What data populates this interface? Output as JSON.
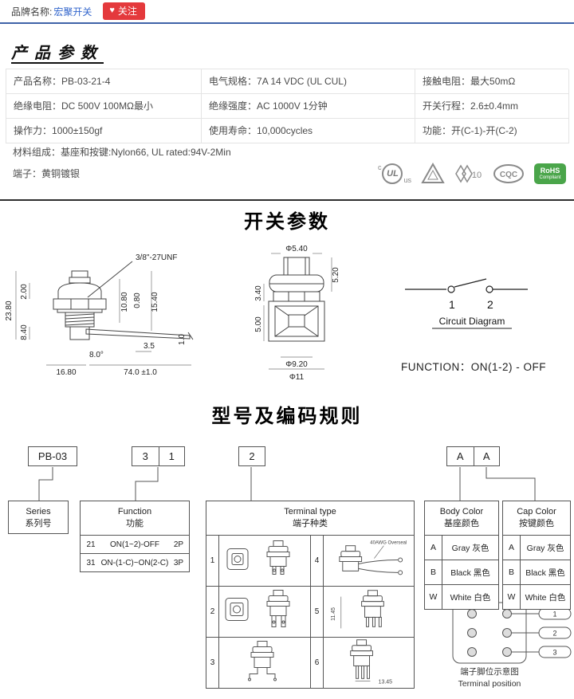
{
  "topbar": {
    "brand_label": "品牌名称:",
    "brand_name": "宏聚开关",
    "follow_label": "关注"
  },
  "product": {
    "section_title": "产品参数",
    "specs": [
      {
        "label": "产品名称：",
        "value": "PB-03-21-4"
      },
      {
        "label": "电气规格：",
        "value": "7A  14 VDC (UL  CUL)"
      },
      {
        "label": "接触电阻：",
        "value": "最大50mΩ"
      },
      {
        "label": "绝缘电阻：",
        "value": "DC 500V 100MΩ最小"
      },
      {
        "label": "绝缘强度：",
        "value": "AC 1000V 1分钟"
      },
      {
        "label": "开关行程：",
        "value": "2.6±0.4mm"
      },
      {
        "label": "操作力：",
        "value": "1000±150gf"
      },
      {
        "label": "使用寿命：",
        "value": "10,000cycles"
      },
      {
        "label": "功能：",
        "value": "开(C-1)-开(C-2)"
      }
    ],
    "materials": "材料组成：基座和按键:Nylon66, UL rated:94V-2Min",
    "terminal": "端子：黄铜镀银"
  },
  "certs": {
    "ul_c": "c",
    "ul": "UL",
    "ul_us": "us",
    "enec_num": "10",
    "cqc": "CQC",
    "rohs_line1": "RoHS",
    "rohs_line2": "Compliant"
  },
  "switch_params": {
    "section_title": "开关参数",
    "left_drawing": {
      "thread_label": "3/8\"-27UNF",
      "dim_total_height": "23.80",
      "dim_top": "2.00",
      "dim_bottom": "8.40",
      "dim_width": "16.80",
      "dim_lever": "74.0 ±1.0",
      "dim_angle": "8.0°",
      "dim_tip_len": "3.5",
      "dim_tip_th": "1.0",
      "dim_a": "10.80",
      "dim_b": "0.80",
      "dim_c": "15.40"
    },
    "front_drawing": {
      "dim_cap_dia": "Φ5.40",
      "dim_cap_h": "5.20",
      "dim_neck_h": "3.40",
      "dim_body_h": "5.00",
      "dim_hole_dia": "Φ9.20",
      "dim_outer_dia": "Φ11"
    },
    "circuit": {
      "contact_1": "1",
      "contact_2": "2",
      "caption": "Circuit Diagram",
      "function_text": "FUNCTION：ON(1-2) - OFF"
    }
  },
  "coding": {
    "section_title": "型号及编码规则",
    "code_boxes": {
      "series": "PB-03",
      "function_digits": [
        "3",
        "1"
      ],
      "terminal_digit": "2",
      "color_digits": [
        "A",
        "A"
      ]
    },
    "series_box": {
      "en": "Series",
      "zh": "系列号"
    },
    "function_table": {
      "header_en": "Function",
      "header_zh": "功能",
      "rows": [
        {
          "code": "21",
          "desc": "ON(1~2)-OFF",
          "poles": "2P"
        },
        {
          "code": "31",
          "desc": "ON-(1-C)~ON(2-C)",
          "poles": "3P"
        }
      ]
    },
    "terminal_table": {
      "header_en": "Terminal type",
      "header_zh": "端子种类",
      "cells": [
        "1",
        "2",
        "3",
        "4",
        "5",
        "6"
      ],
      "annotations": [
        "40AWG Overseal",
        "11.45",
        "13.45"
      ]
    },
    "body_color_table": {
      "header_en": "Body Color",
      "header_zh": "基座颜色",
      "rows": [
        {
          "code": "A",
          "name": "Gray 灰色"
        },
        {
          "code": "B",
          "name": "Black 黑色"
        },
        {
          "code": "W",
          "name": "White 白色"
        }
      ]
    },
    "cap_color_table": {
      "header_en": "Cap Color",
      "header_zh": "按键颜色",
      "rows": [
        {
          "code": "A",
          "name": "Gray 灰色"
        },
        {
          "code": "B",
          "name": "Black 黑色"
        },
        {
          "code": "W",
          "name": "White 白色"
        }
      ]
    },
    "terminal_position": {
      "caption_zh": "端子脚位示意图",
      "caption_en": "Terminal position",
      "pins": [
        "1",
        "2",
        "3"
      ]
    }
  }
}
